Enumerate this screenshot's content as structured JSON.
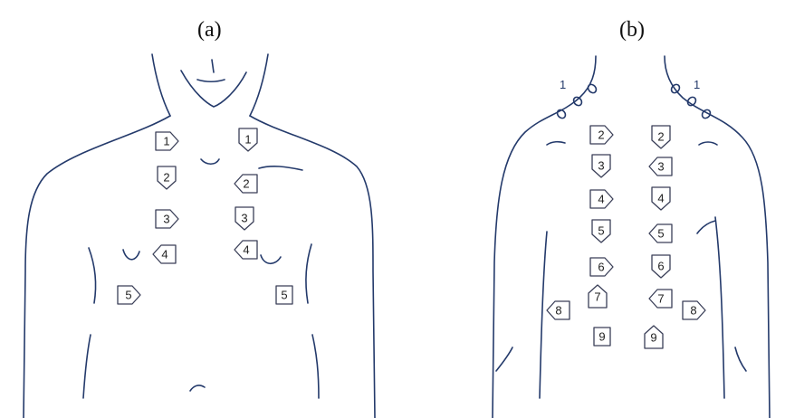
{
  "labels": {
    "panel_a": "(a)",
    "panel_b": "(b)"
  },
  "colors": {
    "outline": "#243a6b",
    "marker": "#3a3f58",
    "background": "#ffffff"
  },
  "panel_a": {
    "markers": [
      {
        "n": "1",
        "dir": "right"
      },
      {
        "n": "1",
        "dir": "down"
      },
      {
        "n": "2",
        "dir": "down"
      },
      {
        "n": "2",
        "dir": "left"
      },
      {
        "n": "3",
        "dir": "right"
      },
      {
        "n": "3",
        "dir": "down"
      },
      {
        "n": "4",
        "dir": "left"
      },
      {
        "n": "4",
        "dir": "left"
      },
      {
        "n": "5",
        "dir": "right"
      },
      {
        "n": "5",
        "dir": "none"
      }
    ]
  },
  "panel_b": {
    "ear_labels": [
      "1",
      "1"
    ],
    "markers": [
      {
        "n": "2",
        "dir": "right"
      },
      {
        "n": "2",
        "dir": "down"
      },
      {
        "n": "3",
        "dir": "down"
      },
      {
        "n": "3",
        "dir": "left"
      },
      {
        "n": "4",
        "dir": "right"
      },
      {
        "n": "4",
        "dir": "down"
      },
      {
        "n": "5",
        "dir": "down"
      },
      {
        "n": "5",
        "dir": "left"
      },
      {
        "n": "6",
        "dir": "right"
      },
      {
        "n": "6",
        "dir": "down"
      },
      {
        "n": "7",
        "dir": "up"
      },
      {
        "n": "7",
        "dir": "left"
      },
      {
        "n": "8",
        "dir": "left"
      },
      {
        "n": "8",
        "dir": "right"
      },
      {
        "n": "9",
        "dir": "none"
      },
      {
        "n": "9",
        "dir": "up"
      }
    ]
  }
}
